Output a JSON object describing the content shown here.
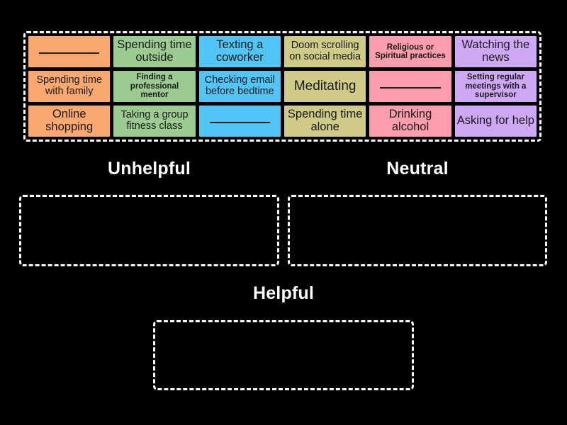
{
  "palette": {
    "background": "#000000",
    "outline": "#ffffff",
    "orange": "#f9a870",
    "green": "#9ccb91",
    "blue": "#51c5f5",
    "olive": "#cfcb87",
    "pink": "#fb9dac",
    "purple": "#cfa8f5",
    "tile_text": "#1a1a1a",
    "label_text": "#ffffff"
  },
  "tile_bank": {
    "name": "tile-bank",
    "rows": 3,
    "columns": 6,
    "tiles": [
      {
        "label": "",
        "blank": true,
        "color": "orange",
        "size": "md"
      },
      {
        "label": "Spending time outside",
        "blank": false,
        "color": "green",
        "size": "lg"
      },
      {
        "label": "Texting a coworker",
        "blank": false,
        "color": "blue",
        "size": "lg"
      },
      {
        "label": "Doom scrolling on social media",
        "blank": false,
        "color": "olive",
        "size": "md"
      },
      {
        "label": "Religious or Spiritual practices",
        "blank": false,
        "color": "pink",
        "size": "sm"
      },
      {
        "label": "Watching the news",
        "blank": false,
        "color": "purple",
        "size": "lg"
      },
      {
        "label": "Spending time with family",
        "blank": false,
        "color": "orange",
        "size": "md"
      },
      {
        "label": "Finding a professional mentor",
        "blank": false,
        "color": "green",
        "size": "sm"
      },
      {
        "label": "Checking email before bedtime",
        "blank": false,
        "color": "blue",
        "size": "md"
      },
      {
        "label": "Meditating",
        "blank": false,
        "color": "olive",
        "size": "xl"
      },
      {
        "label": "",
        "blank": true,
        "color": "pink",
        "size": "md"
      },
      {
        "label": "Setting regular meetings with a supervisor",
        "blank": false,
        "color": "purple",
        "size": "sm"
      },
      {
        "label": "Online shopping",
        "blank": false,
        "color": "orange",
        "size": "lg"
      },
      {
        "label": "Taking a group fitness class",
        "blank": false,
        "color": "green",
        "size": "md"
      },
      {
        "label": "",
        "blank": true,
        "color": "blue",
        "size": "md"
      },
      {
        "label": "Spending time alone",
        "blank": false,
        "color": "olive",
        "size": "lg"
      },
      {
        "label": "Drinking alcohol",
        "blank": false,
        "color": "pink",
        "size": "lg"
      },
      {
        "label": "Asking for help",
        "blank": false,
        "color": "purple",
        "size": "lg"
      }
    ]
  },
  "drop_zones": [
    {
      "id": "unhelpful",
      "label": "Unhelpful",
      "items": []
    },
    {
      "id": "neutral",
      "label": "Neutral",
      "items": []
    },
    {
      "id": "helpful",
      "label": "Helpful",
      "items": []
    }
  ]
}
